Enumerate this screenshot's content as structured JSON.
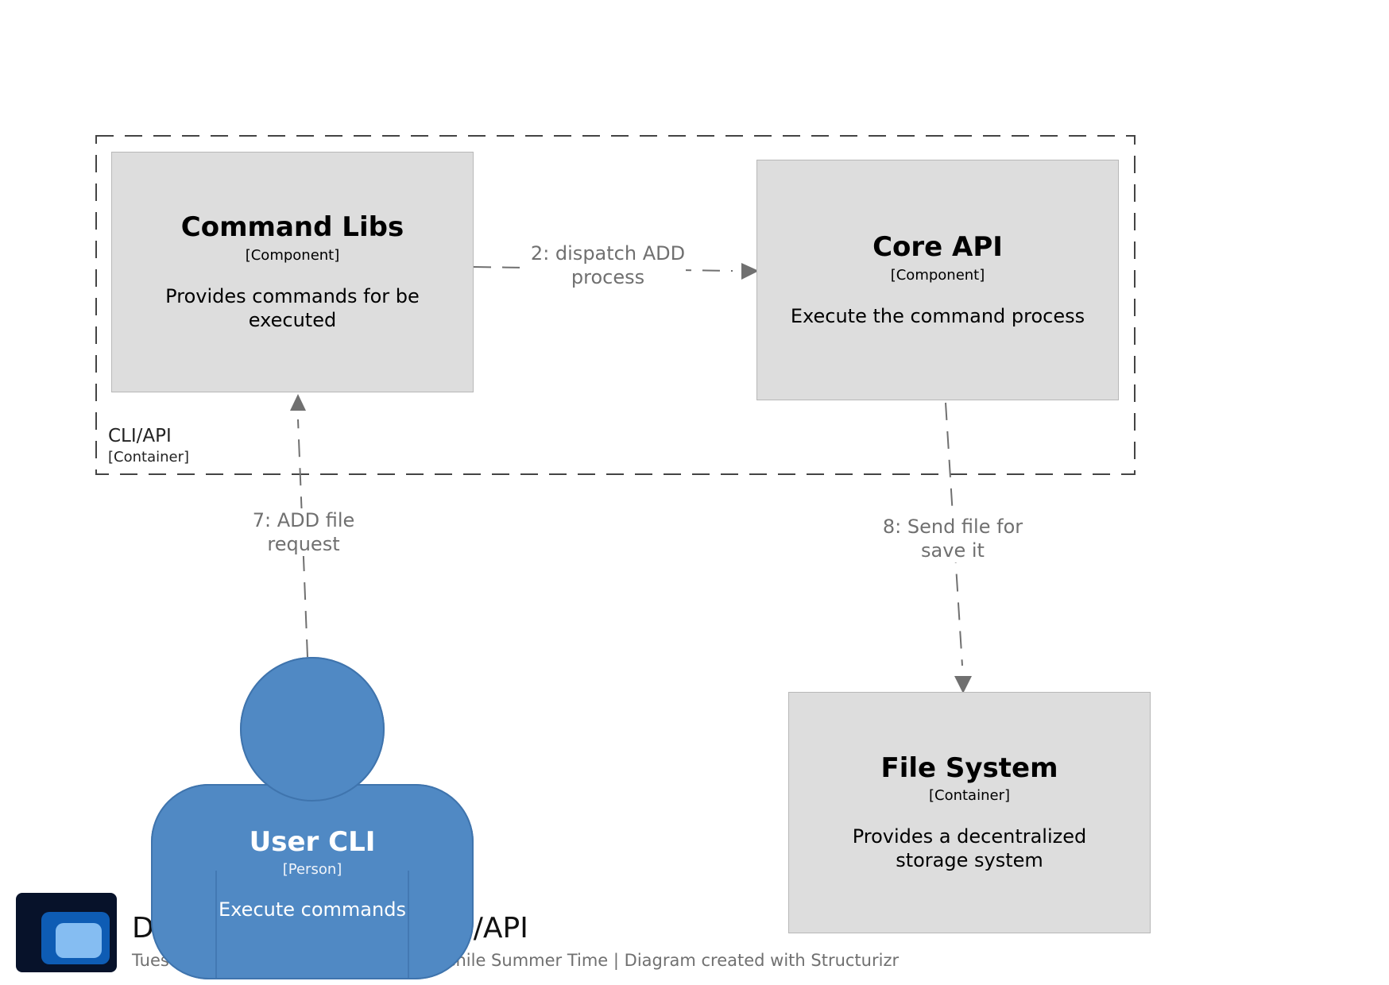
{
  "boundary": {
    "name": "CLI/API",
    "type": "[Container]"
  },
  "elements": {
    "command_libs": {
      "name": "Command Libs",
      "type": "[Component]",
      "description": "Provides commands for be executed"
    },
    "core_api": {
      "name": "Core API",
      "type": "[Component]",
      "description": "Execute the command process"
    },
    "file_system": {
      "name": "File System",
      "type": "[Container]",
      "description": "Provides a decentralized storage system"
    },
    "user_cli": {
      "name": "User CLI",
      "type": "[Person]",
      "description": "Execute commands"
    }
  },
  "relationships": [
    {
      "from": "command_libs",
      "to": "core_api",
      "label": "2: dispatch ADD\nprocess"
    },
    {
      "from": "user_cli",
      "to": "command_libs",
      "label": "7: ADD file\nrequest"
    },
    {
      "from": "core_api",
      "to": "file_system",
      "label": "8: Send file for\nsave it"
    }
  ],
  "footer": {
    "title_left": "D",
    "title_right": "/API",
    "meta_left": "Tues",
    "meta_right": "Chile Summer Time | Diagram created with Structurizr"
  },
  "colors": {
    "element_fill": "#dddddd",
    "element_border": "#b8b8b8",
    "person_fill": "#5089c4",
    "person_border": "#3f74ad",
    "edge": "#707070",
    "boundary": "#444444",
    "logo_dark": "#07122a",
    "logo_mid": "#0e5cb4",
    "logo_light": "#85bdf2"
  }
}
